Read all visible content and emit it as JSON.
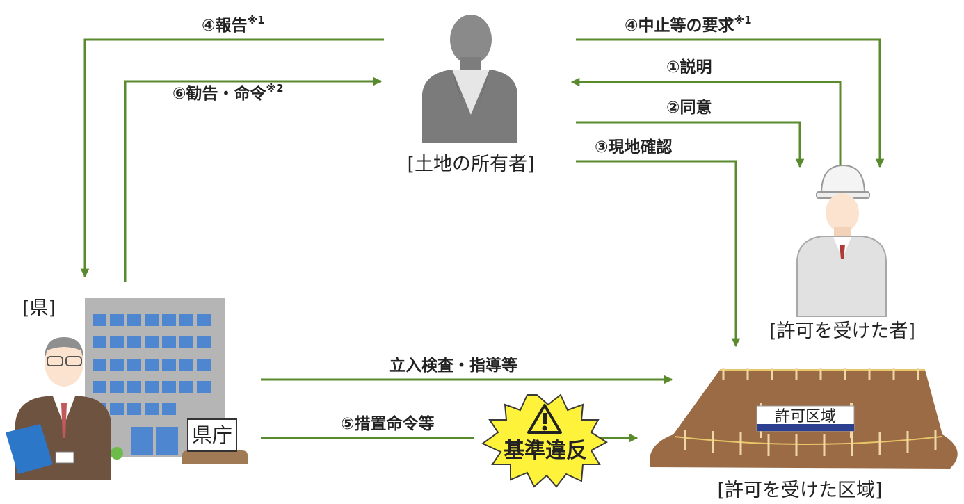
{
  "colors": {
    "arrow": "#5a8a2e",
    "suit_gray": "#777777",
    "building": "#b5b5b5",
    "window": "#4f86d0",
    "soil": "#9b6b45",
    "warning_yellow": "#fff23a",
    "sign_blue": "#2d3f8f"
  },
  "actors": {
    "owner": "[土地の所有者]",
    "permit_holder": "[許可を受けた者]",
    "prefecture": "[県]",
    "area": "[許可を受けた区域]"
  },
  "arrows": {
    "report": "④報告",
    "report_note": "※1",
    "stop_request": "④中止等の要求",
    "stop_request_note": "※1",
    "explain": "①説明",
    "consent": "②同意",
    "site_check": "③現地確認",
    "advice": "⑥勧告・命令",
    "advice_note": "※2",
    "inspection": "立入検査・指導等",
    "measures": "⑤措置命令等"
  },
  "building_sign": "県庁",
  "area_sign": "許可区域",
  "violation": "基準違反"
}
